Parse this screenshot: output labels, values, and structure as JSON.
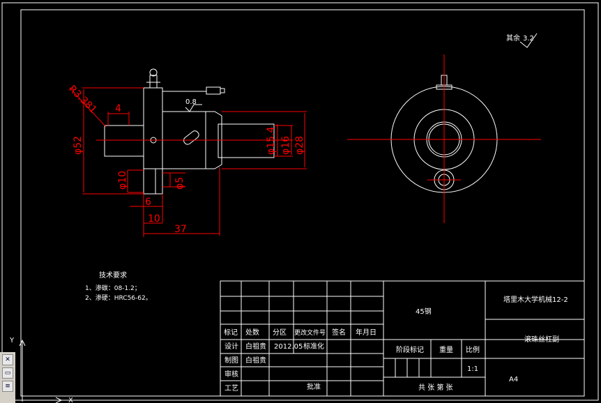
{
  "roughness": {
    "label": "其余",
    "value": "3.2"
  },
  "surface_finish": "0.8",
  "dimensions": {
    "groove_radius": "R3.381",
    "pitch": "4",
    "diameter_52": "φ52",
    "diameter_10": "φ10",
    "diameter_5": "φ5",
    "diameter_15_4": "φ15.4",
    "diameter_16": "φ16",
    "diameter_28": "φ28",
    "len_6": "6",
    "len_10": "10",
    "len_37": "37"
  },
  "notes": {
    "title": "技术要求",
    "line1": "1、渗碳：08-1.2；",
    "line2": "2、渗硬：HRC56-62。"
  },
  "title_block": {
    "material": "45钢",
    "school": "塔里木大学机械12-2",
    "part_name": "滚珠丝杠副",
    "paper": "A4",
    "header": [
      "标记",
      "处数",
      "分区",
      "更改文件号",
      "签名",
      "年月日"
    ],
    "design_label": "设计",
    "design_name": "白祖贵",
    "design_date": "2012.05",
    "standard_label": "标准化",
    "draft_label": "制图",
    "draft_name": "白祖贵",
    "review_label": "审核",
    "process_label": "工艺",
    "approve_label": "批准",
    "stage_label": "阶段标记",
    "weight_label": "重量",
    "scale_label": "比例",
    "scale_value": "1:1",
    "sheets": "共 张 第 张"
  },
  "ucs": {
    "y": "Y",
    "x": "X"
  },
  "toolbar": {
    "icons": [
      "close-icon",
      "window-icon",
      "layer-icon"
    ]
  }
}
